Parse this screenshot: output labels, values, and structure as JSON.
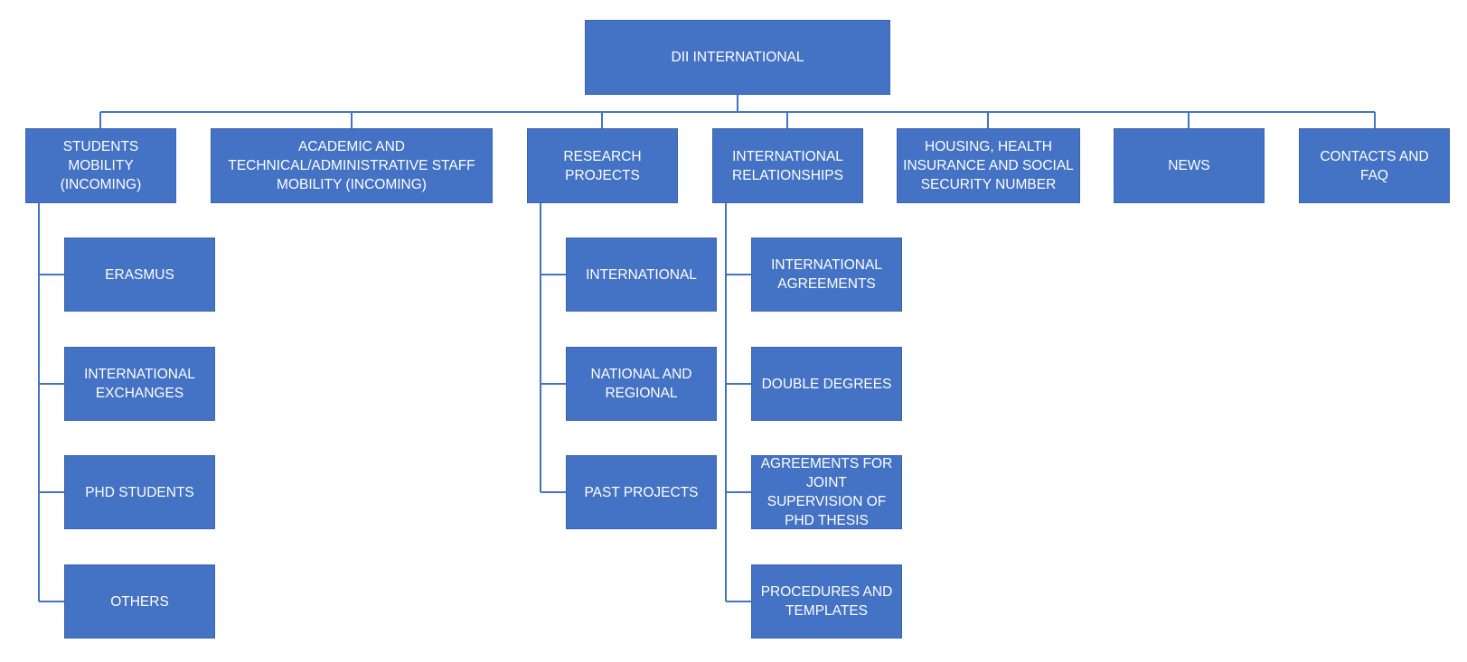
{
  "colors": {
    "node_fill": "#4472c4",
    "node_text": "#ffffff",
    "connector": "#4472c4",
    "background": "#ffffff"
  },
  "diagram": {
    "root": {
      "label": "DII INTERNATIONAL"
    },
    "level1": [
      {
        "label": "STUDENTS MOBILITY (INCOMING)"
      },
      {
        "label": "ACADEMIC AND TECHNICAL/ADMINISTRATIVE STAFF MOBILITY (INCOMING)"
      },
      {
        "label": "RESEARCH PROJECTS"
      },
      {
        "label": "INTERNATIONAL RELATIONSHIPS"
      },
      {
        "label": "HOUSING, HEALTH INSURANCE AND SOCIAL SECURITY NUMBER"
      },
      {
        "label": "NEWS"
      },
      {
        "label": "CONTACTS AND FAQ"
      }
    ],
    "students_mobility_children": [
      {
        "label": "ERASMUS"
      },
      {
        "label": "INTERNATIONAL EXCHANGES"
      },
      {
        "label": "PHD STUDENTS"
      },
      {
        "label": "OTHERS"
      }
    ],
    "research_projects_children": [
      {
        "label": "INTERNATIONAL"
      },
      {
        "label": "NATIONAL AND REGIONAL"
      },
      {
        "label": "PAST PROJECTS"
      }
    ],
    "international_relationships_children": [
      {
        "label": "INTERNATIONAL AGREEMENTS"
      },
      {
        "label": "DOUBLE DEGREES"
      },
      {
        "label": "AGREEMENTS FOR JOINT SUPERVISION OF PHD THESIS"
      },
      {
        "label": "PROCEDURES AND TEMPLATES"
      }
    ]
  }
}
